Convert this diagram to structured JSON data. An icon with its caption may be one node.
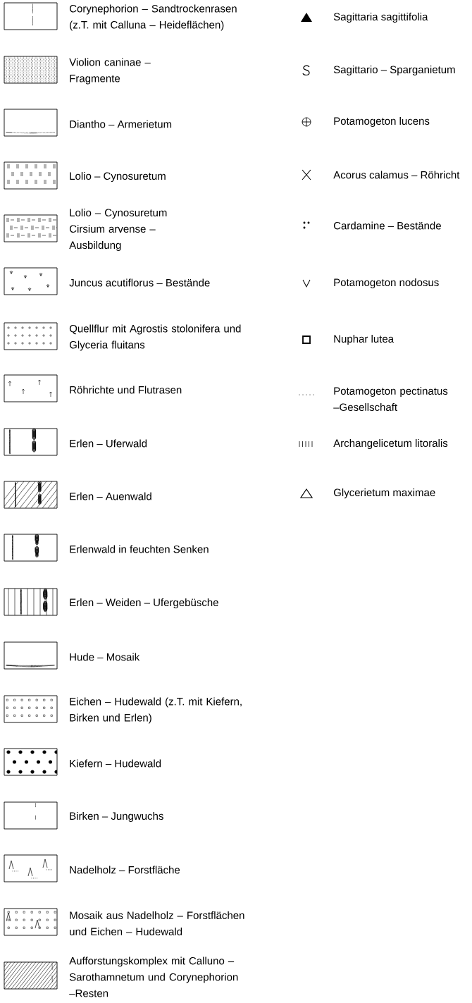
{
  "diagram": {
    "legend": [
      {
        "text": "Corynephorion – Sandtrockenrasen (z.T. mit Calluna – Heideflächen)"
      },
      {
        "text": "Violion caninae –Fragmente"
      },
      {
        "text": "Diantho – Armerietum"
      },
      {
        "text": "Lolio – Cynosuretum"
      },
      {
        "text": "Lolio – Cynosuretum Cirsium arvense – Ausbildung"
      },
      {
        "text": "Juncus acutiflorus – Bestände"
      },
      {
        "text": "Quellflur mit Agrostis stolonifera und Glyceria fluitans"
      },
      {
        "text": "Röhrichte und Flutrasen"
      },
      {
        "text": "Erlen – Uferwald"
      },
      {
        "text": "Erlen – Auenwald"
      },
      {
        "text": "Erlenwald in feuchten Senken"
      },
      {
        "text": "Erlen – Weiden – Ufergebüsche"
      },
      {
        "text": "Hude – Mosaik"
      },
      {
        "text": "Eichen – Hudewald (z.T. mit Kiefern, Birken und Erlen)"
      },
      {
        "text": "Kiefern – Hudewald"
      },
      {
        "text": "Birken – Jungwuchs"
      },
      {
        "text": "Nadelholz – Forstfläche"
      },
      {
        "text": "Mosaik aus Nadelholz – Forstflächen und Eichen – Hudewald"
      },
      {
        "text": "Aufforstungskomplex mit Calluno –Sarothamnetum und Corynephorion –Resten"
      },
      {
        "text": "Sagittaria sagittifolia"
      },
      {
        "text": "Sagittario – Sparganietum"
      },
      {
        "text": "Potamogeton lucens"
      },
      {
        "text": "Acorus calamus – Röhricht"
      },
      {
        "text": "Cardamine – Bestände"
      },
      {
        "text": "Potamogeton nodosus"
      },
      {
        "text": "Nuphar lutea"
      },
      {
        "text": "Potamogeton pectinatus –Gesellschaft"
      },
      {
        "text": "Archangelicetum litoralis"
      },
      {
        "text": "Glycerietum maximae"
      }
    ]
  }
}
